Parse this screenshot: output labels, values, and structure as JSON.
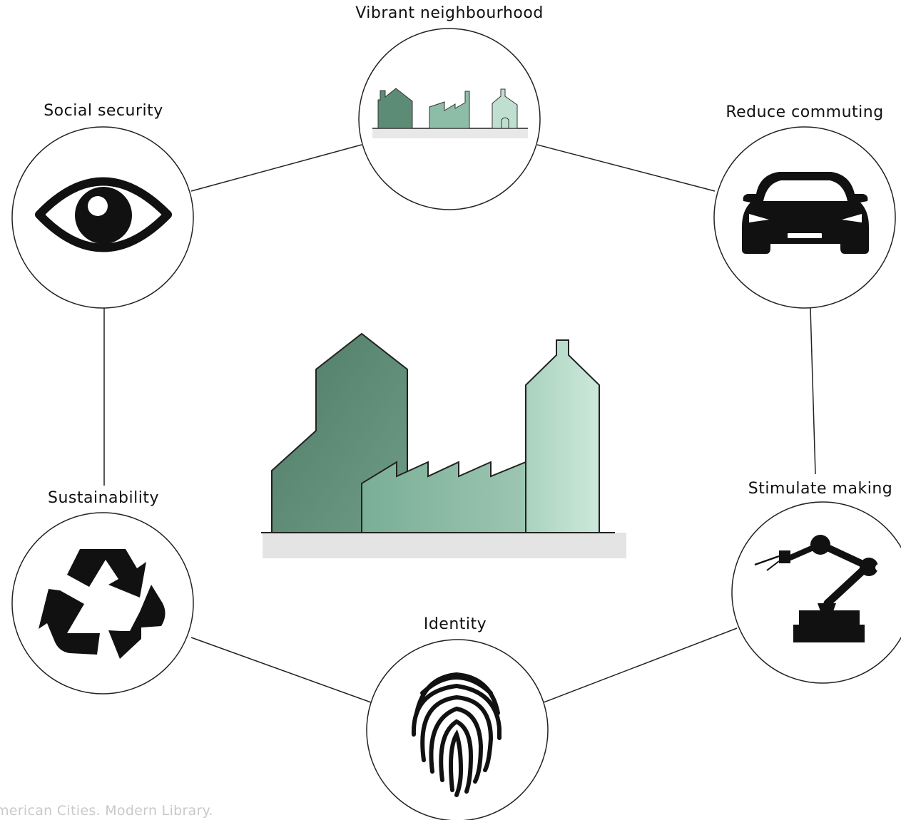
{
  "nodes": {
    "vibrant": {
      "label": "Vibrant neighbourhood",
      "icon": "house-factory-house-icon"
    },
    "commuting": {
      "label": "Reduce commuting",
      "icon": "car-icon"
    },
    "making": {
      "label": "Stimulate making",
      "icon": "robot-arm-icon"
    },
    "identity": {
      "label": "Identity",
      "icon": "fingerprint-icon"
    },
    "sustainability": {
      "label": "Sustainability",
      "icon": "recycle-icon"
    },
    "security": {
      "label": "Social security",
      "icon": "eye-icon"
    }
  },
  "center": {
    "icon": "factory-buildings-illustration"
  },
  "colors": {
    "dark_green": "#5e8a74",
    "mid_green": "#86b59e",
    "light_green": "#b9dbca",
    "ground": "#e6e6e6",
    "line": "#222222"
  },
  "footer": {
    "text": "merican Cities. Modern Library."
  }
}
